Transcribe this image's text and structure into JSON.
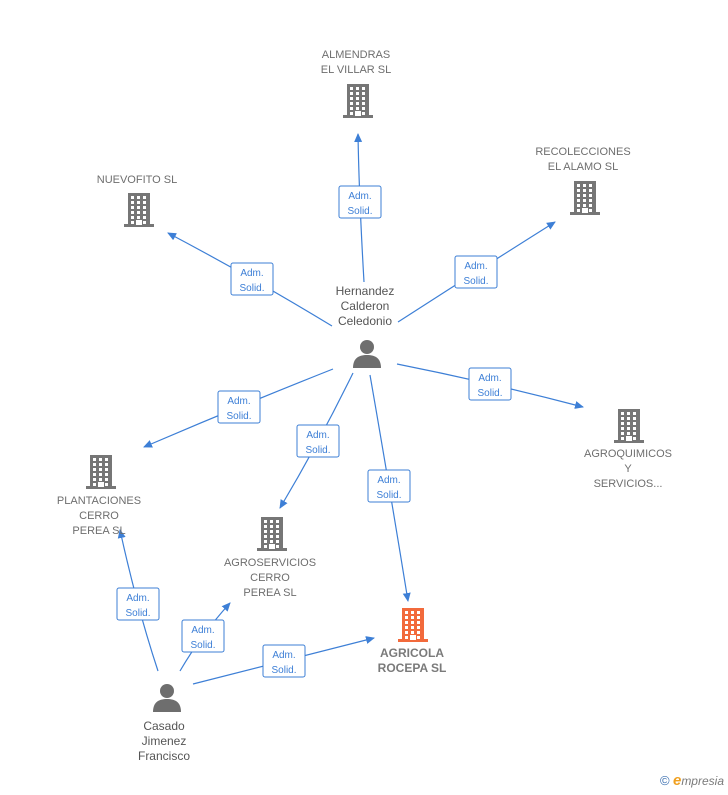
{
  "colors": {
    "edge": "#3d7fd6",
    "company": "#767676",
    "highlight": "#f26a3c",
    "person": "#6e6e6e"
  },
  "edge_label_lines": [
    "Adm.",
    "Solid."
  ],
  "nodes": {
    "almendras": {
      "label": "ALMENDRAS\nEL VILLAR  SL",
      "icon": "building-icon"
    },
    "recolecciones": {
      "label": "RECOLECCIONES\nEL ALAMO  SL",
      "icon": "building-icon"
    },
    "nuevofito": {
      "label": "NUEVOFITO  SL",
      "icon": "building-icon"
    },
    "hernandez": {
      "label": "Hernandez\nCalderon\nCeledonio",
      "icon": "person-icon"
    },
    "agroquimicos": {
      "label": "AGROQUIMICOS\nY\nSERVICIOS...",
      "icon": "building-icon"
    },
    "plantaciones": {
      "label": "PLANTACIONES\nCERRO\nPEREA  SL",
      "icon": "building-icon"
    },
    "agroservicios": {
      "label": "AGROSERVICIOS\nCERRO\nPEREA  SL",
      "icon": "building-icon"
    },
    "agricola": {
      "label": "AGRICOLA\nROCEPA  SL",
      "icon": "building-icon"
    },
    "casado": {
      "label": "Casado\nJimenez\nFrancisco",
      "icon": "person-icon"
    }
  },
  "footer": {
    "copyright": "©",
    "brand_e": "e",
    "brand_rest": "mpresia"
  }
}
